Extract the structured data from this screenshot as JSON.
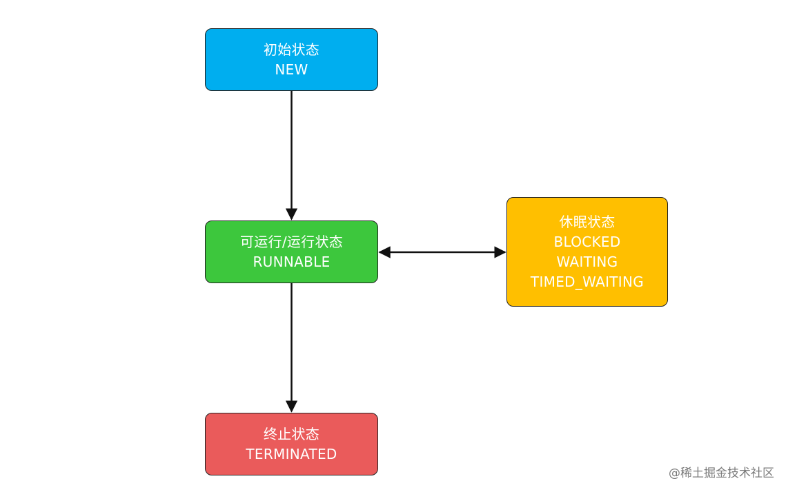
{
  "nodes": {
    "new": {
      "lines": [
        "初始状态",
        "NEW"
      ],
      "color": "#00AEEF"
    },
    "runnable": {
      "lines": [
        "可运行/运行状态",
        "RUNNABLE"
      ],
      "color": "#3DC73D"
    },
    "sleep": {
      "lines": [
        "休眠状态",
        "BLOCKED",
        "WAITING",
        "TIMED_WAITING"
      ],
      "color": "#FFBF00"
    },
    "terminated": {
      "lines": [
        "终止状态",
        "TERMINATED"
      ],
      "color": "#EA5B5B"
    }
  },
  "edges": [
    {
      "from": "new",
      "to": "runnable",
      "direction": "forward"
    },
    {
      "from": "runnable",
      "to": "terminated",
      "direction": "forward"
    },
    {
      "from": "runnable",
      "to": "sleep",
      "direction": "both"
    }
  ],
  "watermark": "@稀土掘金技术社区"
}
